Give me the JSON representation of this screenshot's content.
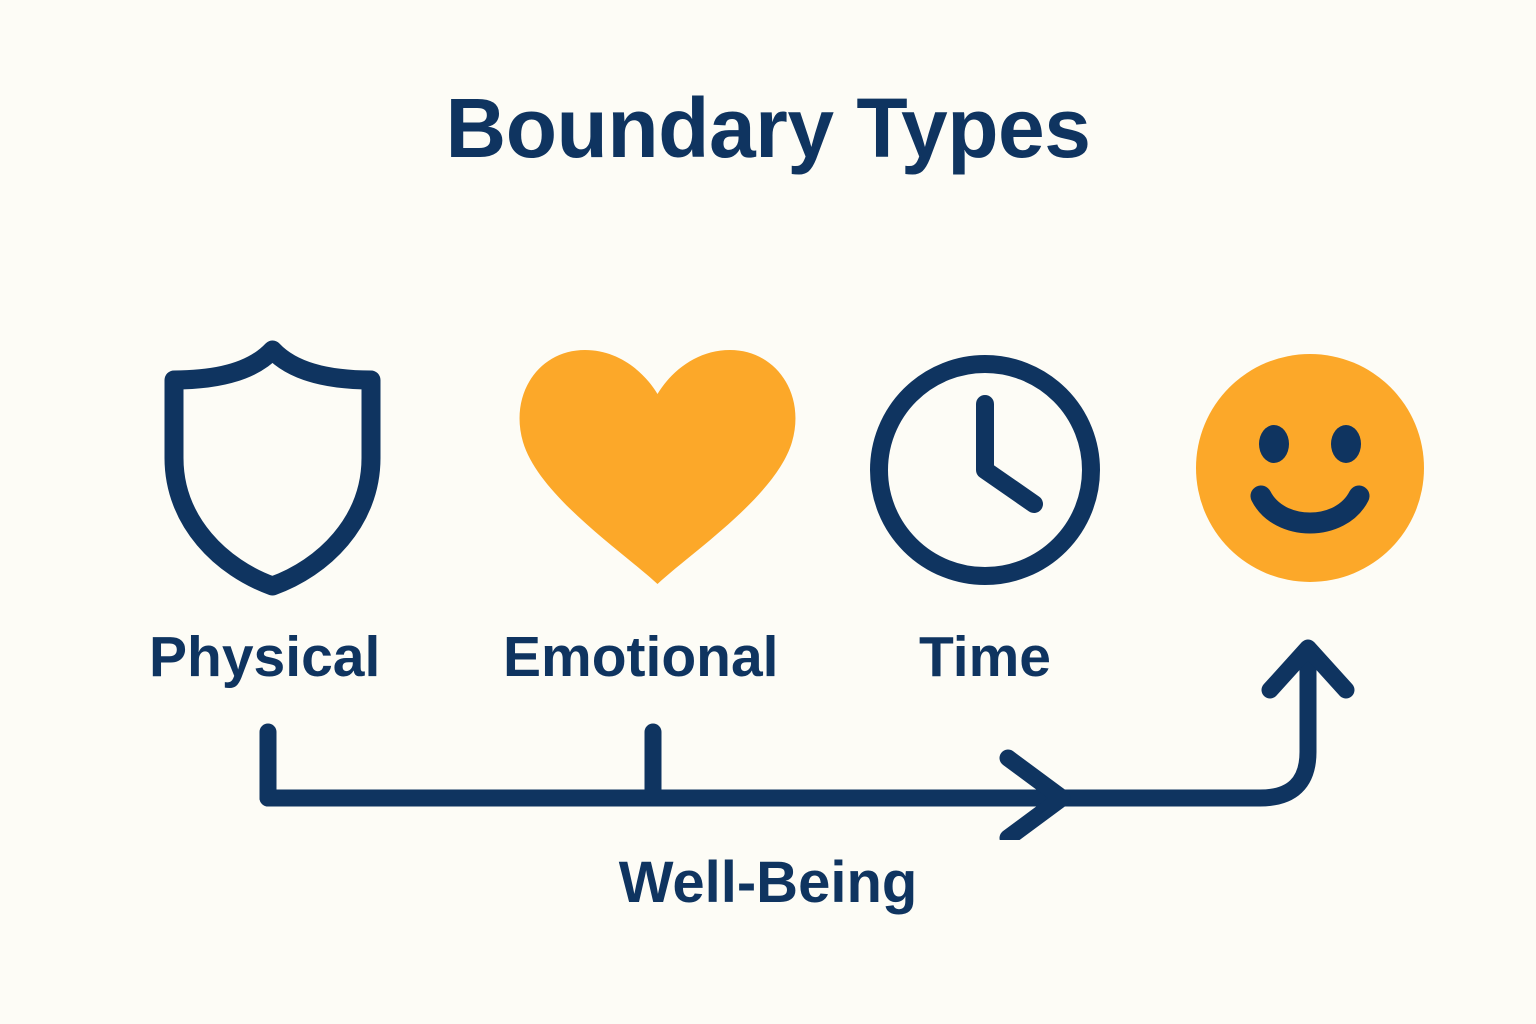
{
  "colors": {
    "background": "#FDFCF6",
    "navy": "#0F3460",
    "orange": "#FCA829"
  },
  "header": {
    "title": "Boundary Types"
  },
  "diagram": {
    "type": "infographic-axis",
    "categories": [
      {
        "label": "Physical",
        "icon": "shield-icon",
        "icon_style": "outline",
        "color": "#0F3460"
      },
      {
        "label": "Emotional",
        "icon": "heart-icon",
        "icon_style": "filled",
        "color": "#FCA829"
      },
      {
        "label": "Time",
        "icon": "clock-icon",
        "icon_style": "outline",
        "color": "#0F3460"
      }
    ],
    "outcome": {
      "label": "Well-Being",
      "icon": "smiley-face-icon",
      "icon_style": "filled",
      "color": "#FCA829"
    },
    "axis": {
      "ticks": 2,
      "arrow_direction": "right-then-up",
      "caption": "Well-Being"
    }
  }
}
